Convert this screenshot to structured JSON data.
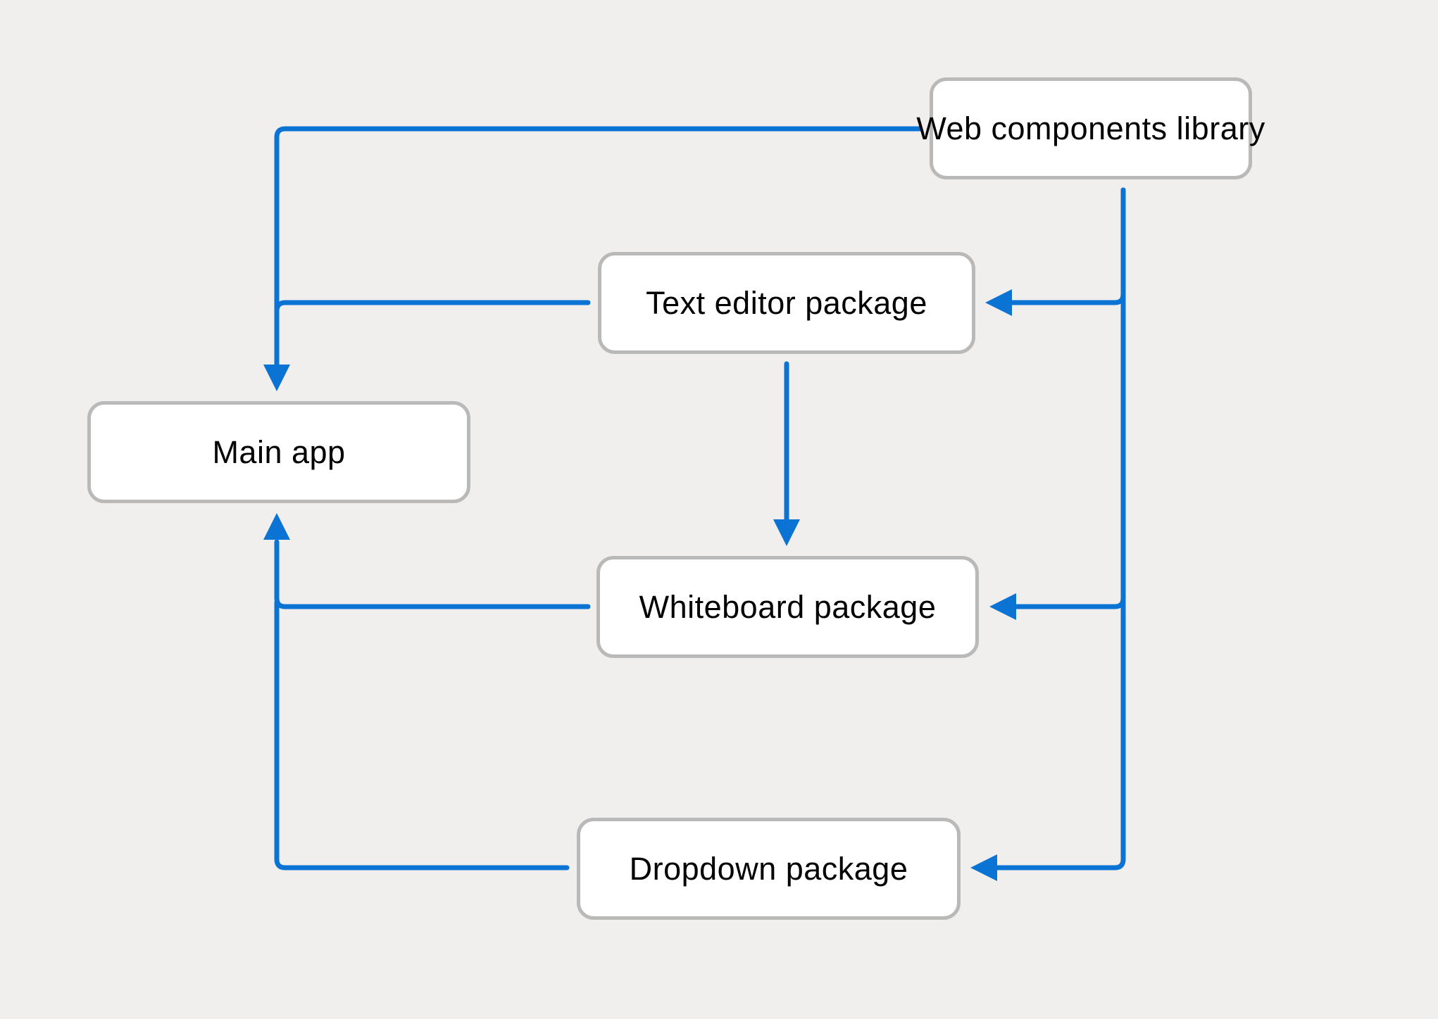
{
  "colors": {
    "page_bg": "#f0efee",
    "edge_blue": "#0b73d4",
    "box_border": "#b9b9b9",
    "box_fill": "#ffffff",
    "text_color": "#000000"
  },
  "diagram": {
    "nodes": [
      {
        "id": "web-components-library",
        "label": "Web components library"
      },
      {
        "id": "text-editor-package",
        "label": "Text editor package"
      },
      {
        "id": "main-app",
        "label": "Main app"
      },
      {
        "id": "whiteboard-package",
        "label": "Whiteboard package"
      },
      {
        "id": "dropdown-package",
        "label": "Dropdown package"
      }
    ],
    "edges": [
      {
        "from": "Web components library",
        "to": "Main app"
      },
      {
        "from": "Web components library",
        "to": "Text editor package"
      },
      {
        "from": "Web components library",
        "to": "Whiteboard package"
      },
      {
        "from": "Web components library",
        "to": "Dropdown package"
      },
      {
        "from": "Text editor package",
        "to": "Main app"
      },
      {
        "from": "Text editor package",
        "to": "Whiteboard package"
      },
      {
        "from": "Whiteboard package",
        "to": "Main app"
      },
      {
        "from": "Dropdown package",
        "to": "Main app"
      }
    ]
  }
}
